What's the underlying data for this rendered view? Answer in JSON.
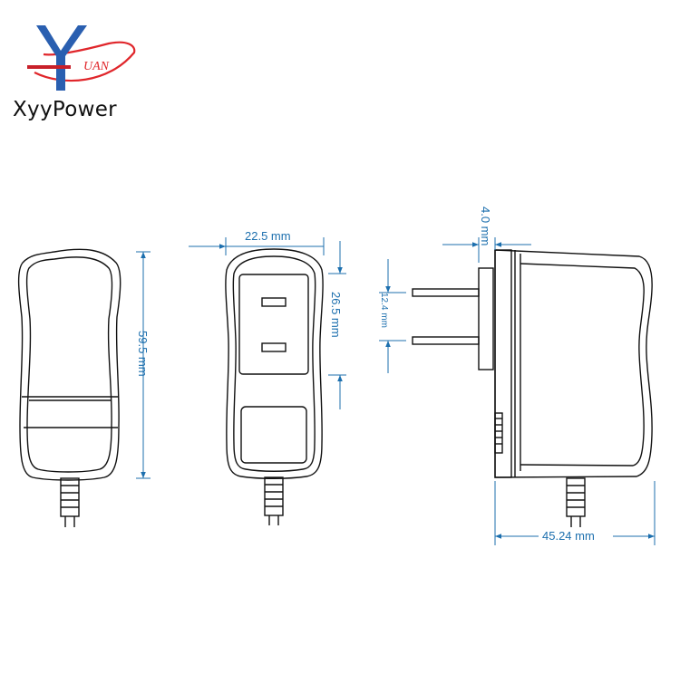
{
  "brand": {
    "name": "XyyPower",
    "logo_text": "UAN",
    "logo_colors": {
      "y": "#2a5fb0",
      "swoosh": "#e0262b",
      "bar": "#c8202a"
    }
  },
  "colors": {
    "outline": "#111111",
    "dimension": "#1c6fae"
  },
  "dimensions": {
    "front_height": "59.5 mm",
    "width": "22.5 mm",
    "pin_region": "26.5 mm",
    "pin_spacing": "12.4 mm",
    "pin_thickness": "4.0 mm",
    "depth": "45.24 mm"
  }
}
